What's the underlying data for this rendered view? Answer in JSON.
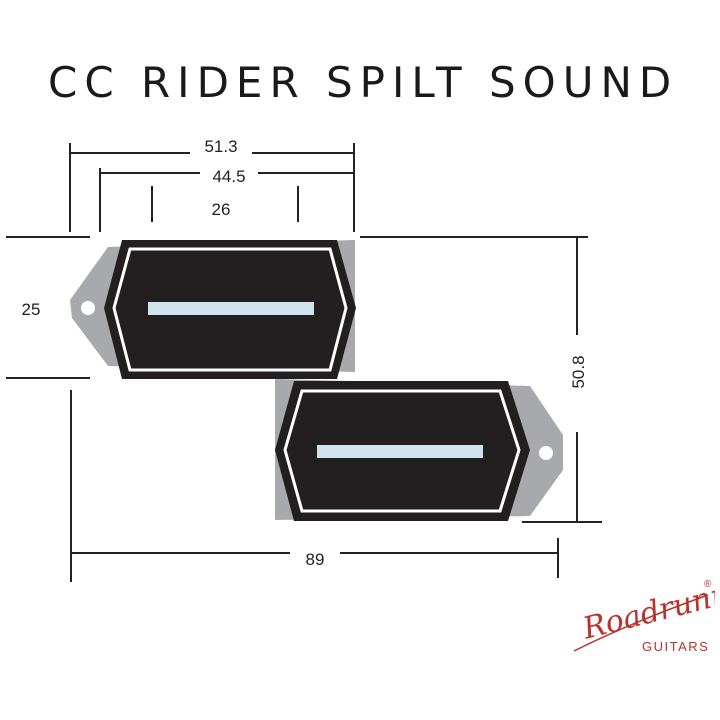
{
  "title": "CC RIDER SPILT SOUND",
  "dimensions": {
    "outer_width": "51.3",
    "mounting_width": "44.5",
    "cover_width": "26",
    "height": "25",
    "total_depth": "50.8",
    "total_length": "89"
  },
  "brand": {
    "name": "Roadrunner",
    "registered_mark": "®",
    "subtitle": "GUITARS"
  },
  "colors": {
    "pickup_body": "#231f20",
    "mounting_plate": "#a7a9ac",
    "pole_blade": "#cfe3ee",
    "dimension_lines": "#222222",
    "brand": "#b8322e"
  }
}
